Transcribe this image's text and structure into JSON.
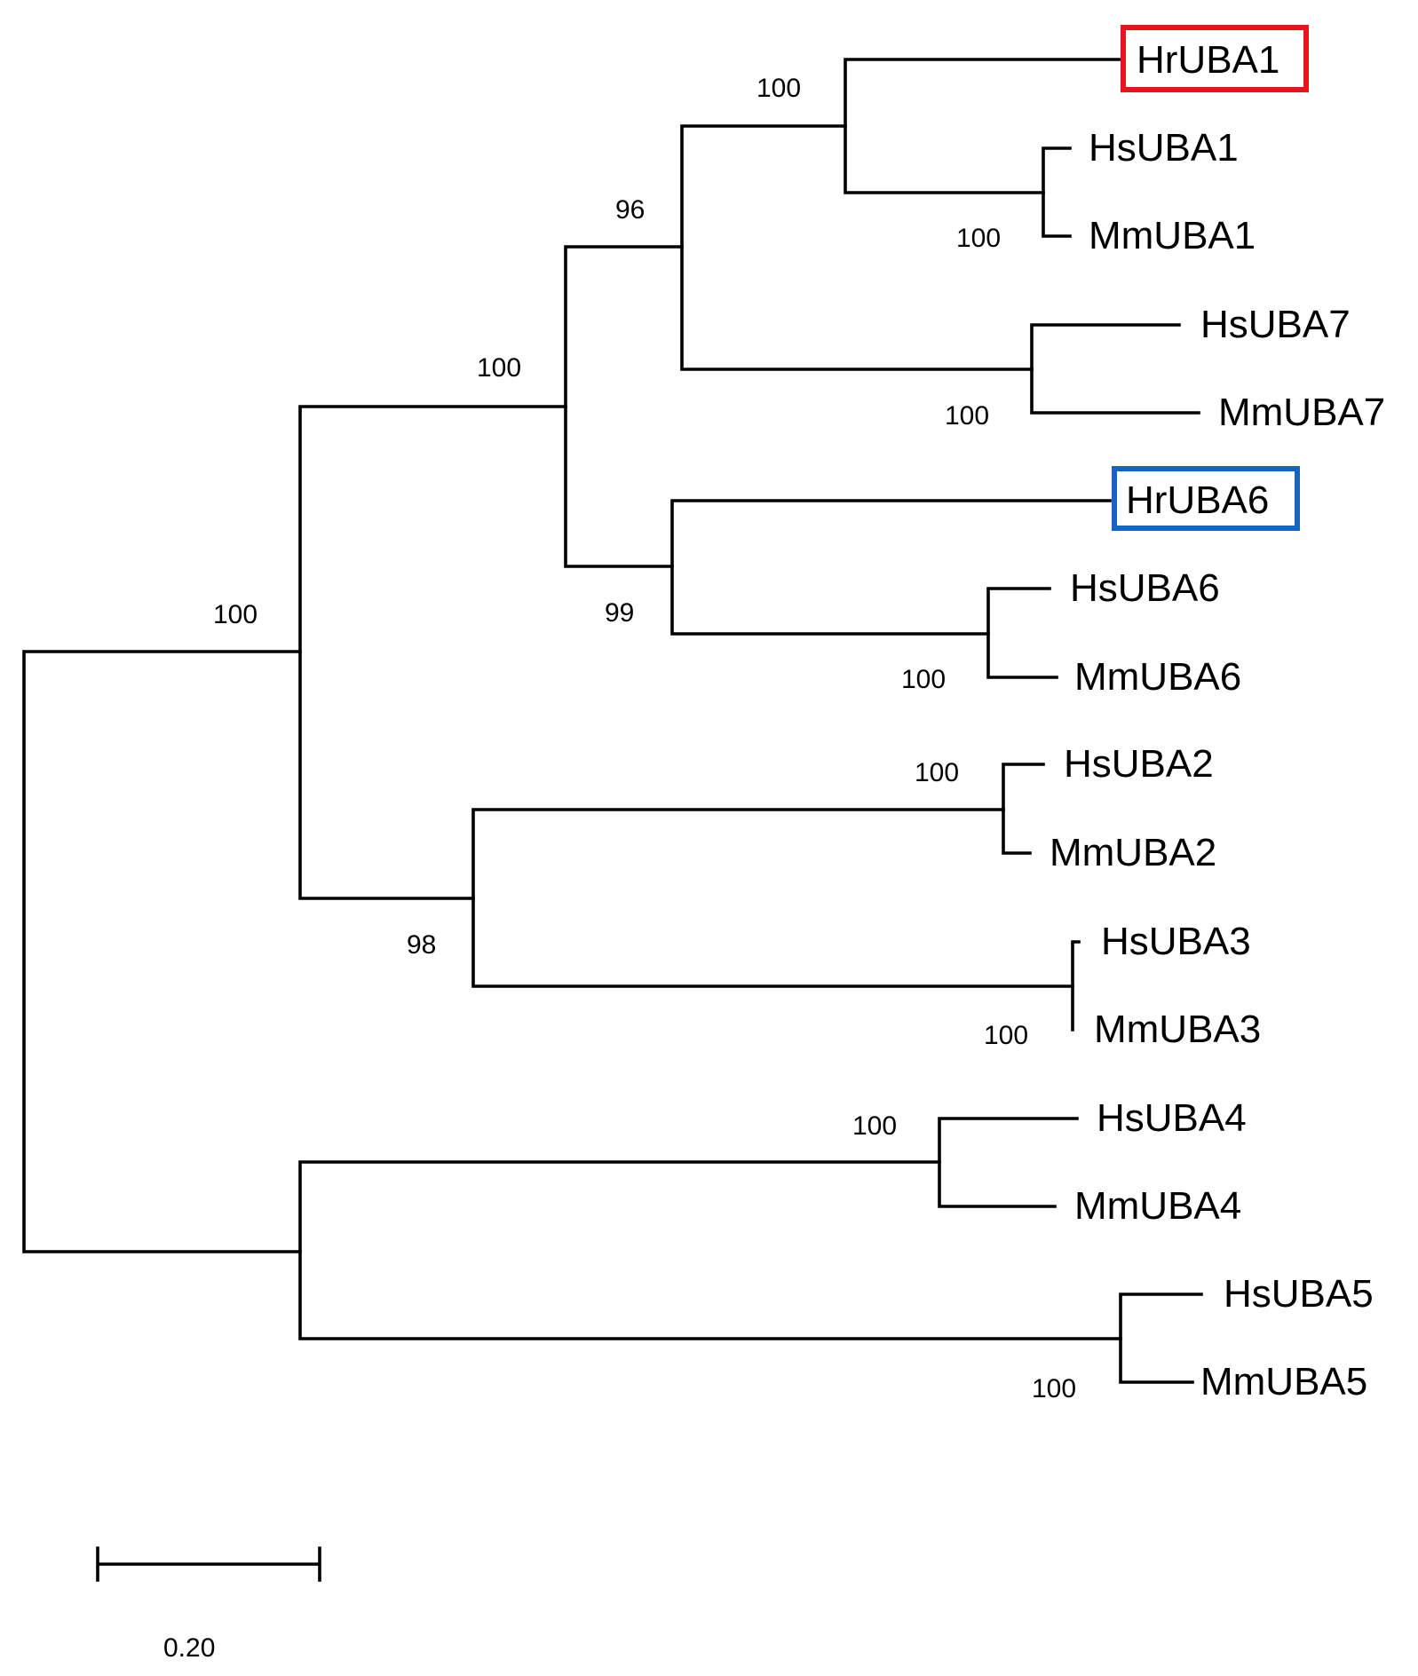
{
  "tree": {
    "highlight_colors": {
      "red": "#e8141b",
      "blue": "#1565c0"
    },
    "leaves": {
      "HrUBA1": "HrUBA1",
      "HsUBA1": "HsUBA1",
      "MmUBA1": "MmUBA1",
      "HsUBA7": "HsUBA7",
      "MmUBA7": "MmUBA7",
      "HrUBA6": "HrUBA6",
      "HsUBA6": "HsUBA6",
      "MmUBA6": "MmUBA6",
      "HsUBA2": "HsUBA2",
      "MmUBA2": "MmUBA2",
      "HsUBA3": "HsUBA3",
      "MmUBA3": "MmUBA3",
      "HsUBA4": "HsUBA4",
      "MmUBA4": "MmUBA4",
      "HsUBA5": "HsUBA5",
      "MmUBA5": "MmUBA5"
    },
    "bootstrap": {
      "uba1_clade": "100",
      "hs_mm_uba1": "100",
      "uba1_uba7": "96",
      "hs_mm_uba7": "100",
      "uba1_7_6": "100",
      "uba6_clade": "99",
      "hs_mm_uba6": "100",
      "uba_major": "100",
      "hs_mm_uba2": "100",
      "uba2_uba3": "98",
      "hs_mm_uba3": "100",
      "hs_mm_uba4": "100",
      "hs_mm_uba5": "100"
    },
    "scale_bar": {
      "label": "0.20"
    }
  }
}
